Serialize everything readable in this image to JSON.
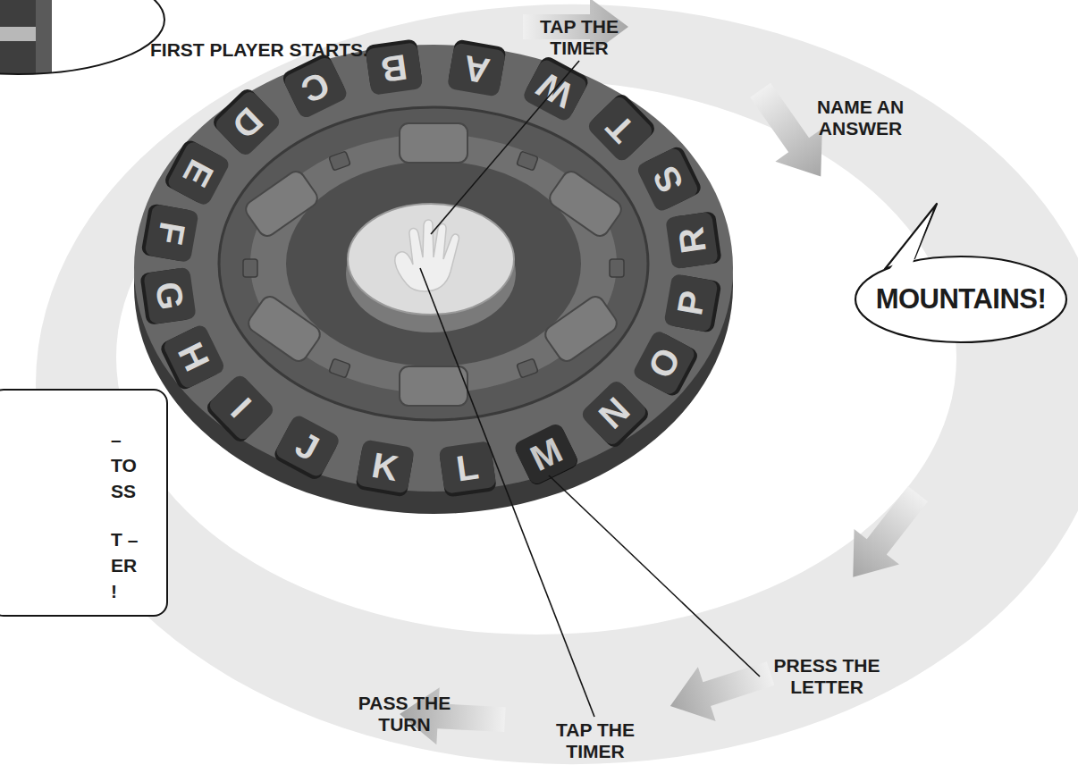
{
  "diagram": {
    "nodes": [
      {
        "text": [
          "MOUNTAINS!"
        ]
      },
      {
        "text": [
          "– TO SS",
          "T – ER !"
        ]
      }
    ],
    "labels": [
      "FIRST PLAYER STARTS...",
      "TAP THE TIMER",
      "NAME AN ANSWER",
      "PRESS THE LETTER",
      "TAP THE TIMER",
      "PASS THE TURN",
      "A",
      "B",
      "C",
      "D",
      "E",
      "F",
      "G",
      "H",
      "I",
      "J",
      "K",
      "L",
      "M",
      "N",
      "O",
      "P",
      "R",
      "S",
      "T",
      "W"
    ]
  }
}
